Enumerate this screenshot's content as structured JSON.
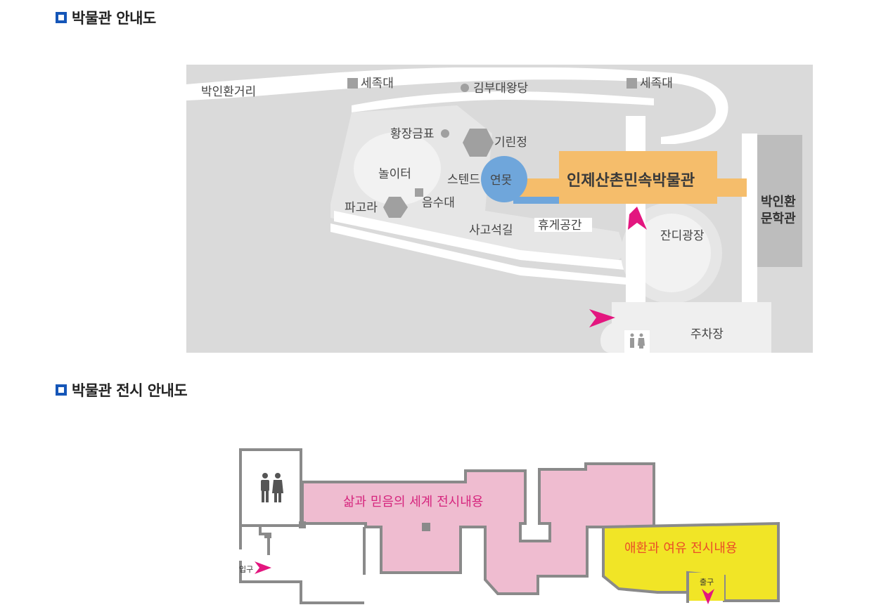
{
  "sections": {
    "museum_map_title": "박물관 안내도",
    "exhibit_map_title": "박물관 전시 안내도"
  },
  "site_map": {
    "labels": {
      "street": "박인환거리",
      "sejongdae_left": "세족대",
      "gimbu": "김부대왕당",
      "sejongdae_right": "세족대",
      "hwangjang": "황장금표",
      "girinjeong": "기린정",
      "playground": "놀이터",
      "stand": "스텐드",
      "pond": "연못",
      "museum": "인제산촌민속박물관",
      "eumsudae": "음수대",
      "pagora": "파고라",
      "sagoseokgil": "사고석길",
      "rest_area": "휴게공간",
      "lawn_plaza": "잔디광장",
      "literature_hall_1": "박인환",
      "literature_hall_2": "문학관",
      "parking": "주차장"
    },
    "colors": {
      "museum": "#f5bd6b",
      "pond": "#6fa6db",
      "arrow": "#e3167f",
      "hall": "#bdbdbd"
    }
  },
  "floor_plan": {
    "labels": {
      "life_faith": "삶과 믿음의 세계 전시내용",
      "grief_leisure": "애환과 여유 전시내용",
      "entrance": "입구",
      "exit": "출구"
    },
    "colors": {
      "life_faith": "#efbcd0",
      "grief_leisure": "#f1e526",
      "wall": "#8a8a8a"
    }
  }
}
